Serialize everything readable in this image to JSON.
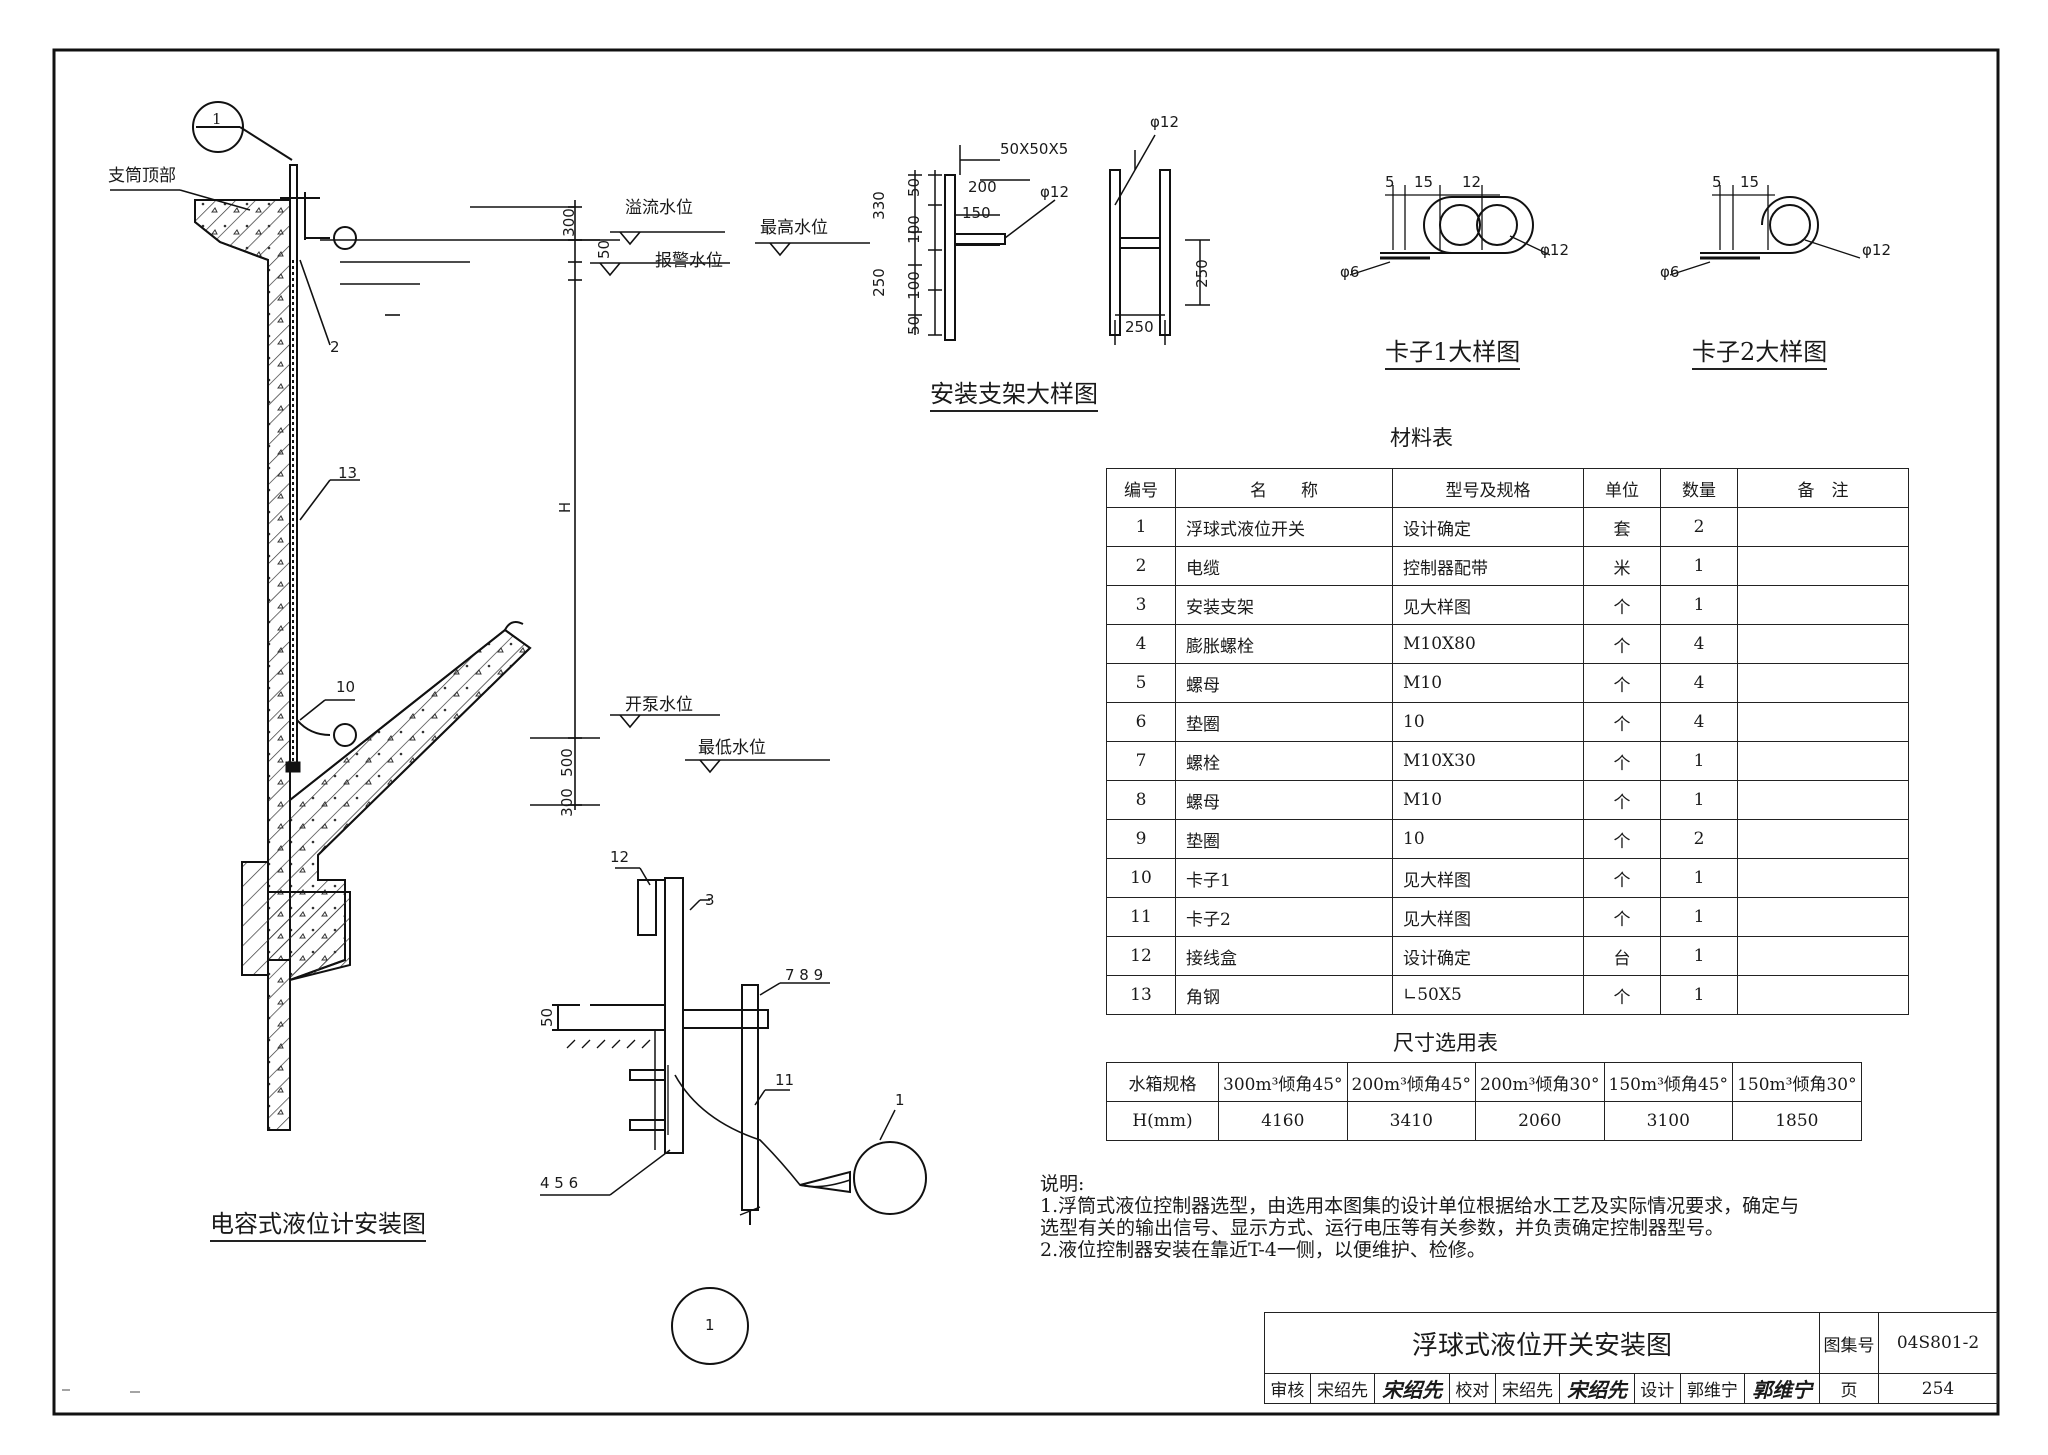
{
  "drawing": {
    "main_title": "电容式液位计安装图",
    "bracket_title": "安装支架大样图",
    "clip1_title": "卡子1大样图",
    "clip2_title": "卡子2大样图",
    "detail_index": "1",
    "detail_ref_top": "1"
  },
  "labels": {
    "tank_top": "支筒顶部",
    "overflow": "溢流水位",
    "alarm": "报警水位",
    "highest": "最高水位",
    "pump_start": "开泵水位",
    "lowest": "最低水位",
    "H": "H",
    "d300": "300",
    "d50": "50",
    "d500": "500",
    "d300b": "300",
    "c2": "2",
    "c13": "13",
    "c10": "10",
    "c12": "12",
    "c3": "3",
    "c789": "7 8 9",
    "c11": "11",
    "c456": "4 5 6",
    "c1": "1",
    "d50c": "50"
  },
  "bracket": {
    "angle": "50X50X5",
    "phi12": "φ12",
    "d200": "200",
    "d150": "150",
    "d330": "330",
    "d250": "250",
    "d50a": "50",
    "d100a": "100",
    "d100b": "100",
    "d50b": "50",
    "side_phi12": "φ12",
    "side_250v": "250",
    "side_250h": "250"
  },
  "clips": {
    "c1_5": "5",
    "c1_15": "15",
    "c1_12": "12",
    "c1_phi12": "φ12",
    "c1_phi6": "φ6",
    "c2_5": "5",
    "c2_15": "15",
    "c2_phi12": "φ12",
    "c2_phi6": "φ6"
  },
  "materials": {
    "title": "材料表",
    "headers": [
      "编号",
      "名　　称",
      "型号及规格",
      "单位",
      "数量",
      "备　注"
    ],
    "rows": [
      [
        "1",
        "浮球式液位开关",
        "设计确定",
        "套",
        "2",
        ""
      ],
      [
        "2",
        "电缆",
        "控制器配带",
        "米",
        "1",
        ""
      ],
      [
        "3",
        "安装支架",
        "见大样图",
        "个",
        "1",
        ""
      ],
      [
        "4",
        "膨胀螺栓",
        "M10X80",
        "个",
        "4",
        ""
      ],
      [
        "5",
        "螺母",
        "M10",
        "个",
        "4",
        ""
      ],
      [
        "6",
        "垫圈",
        "10",
        "个",
        "4",
        ""
      ],
      [
        "7",
        "螺栓",
        "M10X30",
        "个",
        "1",
        ""
      ],
      [
        "8",
        "螺母",
        "M10",
        "个",
        "1",
        ""
      ],
      [
        "9",
        "垫圈",
        "10",
        "个",
        "2",
        ""
      ],
      [
        "10",
        "卡子1",
        "见大样图",
        "个",
        "1",
        ""
      ],
      [
        "11",
        "卡子2",
        "见大样图",
        "个",
        "1",
        ""
      ],
      [
        "12",
        "接线盒",
        "设计确定",
        "台",
        "1",
        ""
      ],
      [
        "13",
        "角钢",
        "∟50X5",
        "个",
        "1",
        ""
      ]
    ]
  },
  "dimensions": {
    "title": "尺寸选用表",
    "row1": [
      "水箱规格",
      "300m³倾角45°",
      "200m³倾角45°",
      "200m³倾角30°",
      "150m³倾角45°",
      "150m³倾角30°"
    ],
    "row2": [
      "H(mm)",
      "4160",
      "3410",
      "2060",
      "3100",
      "1850"
    ]
  },
  "notes": {
    "head": "说明:",
    "n1": "1.浮筒式液位控制器选型，由选用本图集的设计单位根据给水工艺及实际情况要求，确定与选型有关的输出信号、显示方式、运行电压等有关参数，并负责确定控制器型号。",
    "n2": "2.液位控制器安装在靠近T-4一侧，以便维护、检修。"
  },
  "title_block": {
    "title": "浮球式液位开关安装图",
    "atlas_label": "图集号",
    "atlas_no": "04S801-2",
    "review_label": "审核",
    "reviewer": "宋绍先",
    "reviewer_sign": "宋绍先",
    "check_label": "校对",
    "checker": "宋绍先",
    "checker_sign": "宋绍先",
    "design_label": "设计",
    "designer": "郭维宁",
    "designer_sign": "郭维宁",
    "page_label": "页",
    "page_no": "254"
  }
}
